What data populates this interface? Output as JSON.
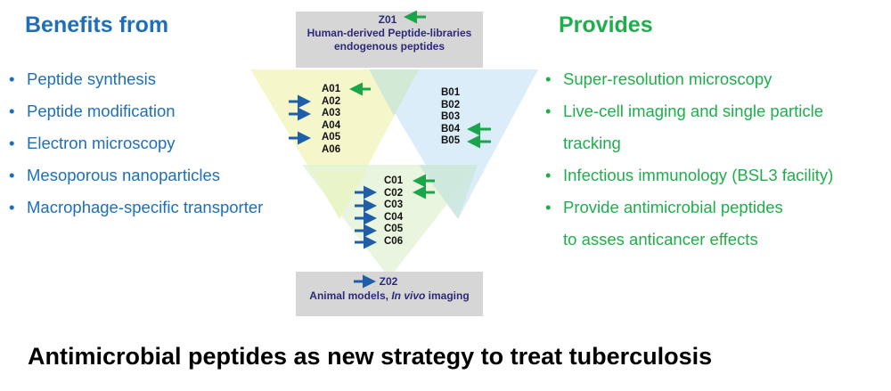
{
  "left": {
    "heading": "Benefits from",
    "bullet": "•",
    "items": [
      "Peptide synthesis",
      "Peptide modification",
      "Electron microscopy",
      "Mesoporous nanoparticles",
      "Macrophage-specific transporter"
    ]
  },
  "right": {
    "heading": "Provides",
    "bullet": "•",
    "items": [
      "Super-resolution microscopy",
      "Live-cell imaging and single particle",
      "tracking",
      "Infectious immunology (BSL3 facility)",
      "Provide antimicrobial peptides",
      "to asses anticancer effects"
    ]
  },
  "diagram": {
    "top_box": {
      "code": "Z01",
      "line1": "Human-derived Peptide-libraries",
      "line2": "endogenous peptides"
    },
    "bottom_box": {
      "code": "Z02",
      "line1_prefix": "Animal models, ",
      "line1_italic": "In vivo",
      "line1_suffix": " imaging"
    },
    "group_a": [
      "A01",
      "A02",
      "A03",
      "A04",
      "A05",
      "A06"
    ],
    "group_b": [
      "B01",
      "B02",
      "B03",
      "B04",
      "B05"
    ],
    "group_c": [
      "C01",
      "C02",
      "C03",
      "C04",
      "C05",
      "C06"
    ],
    "colors": {
      "blue_arrow": "#1f5fa8",
      "green_arrow": "#1aa54a",
      "yellow_triangle": "#f4f6c6",
      "blue_triangle": "#d8ecf8",
      "green_triangle": "#e4f2d6",
      "box": "#d6d6d6",
      "box_text": "#2c2a78"
    }
  },
  "title": "Antimicrobial peptides as new strategy to treat tuberculosis"
}
